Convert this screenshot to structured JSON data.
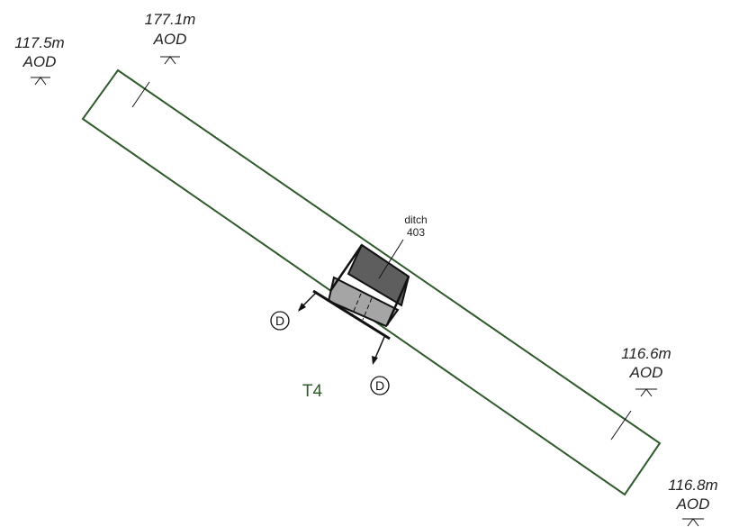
{
  "trench": {
    "label": "T4",
    "outline_color": "#2f5a2b"
  },
  "feature": {
    "name": "ditch",
    "number": "403",
    "fill_dark": "#5e5e5e",
    "fill_light": "#a5a5a5"
  },
  "levels": {
    "top_left": {
      "value": "117.5m",
      "unit": "AOD"
    },
    "top_mid": {
      "value": "177.1m",
      "unit": "AOD"
    },
    "right_mid": {
      "value": "116.6m",
      "unit": "AOD"
    },
    "bottom_right": {
      "value": "116.8m",
      "unit": "AOD"
    }
  },
  "drawings": {
    "section_1": {
      "letter": "D"
    },
    "section_2": {
      "letter": "D"
    }
  }
}
